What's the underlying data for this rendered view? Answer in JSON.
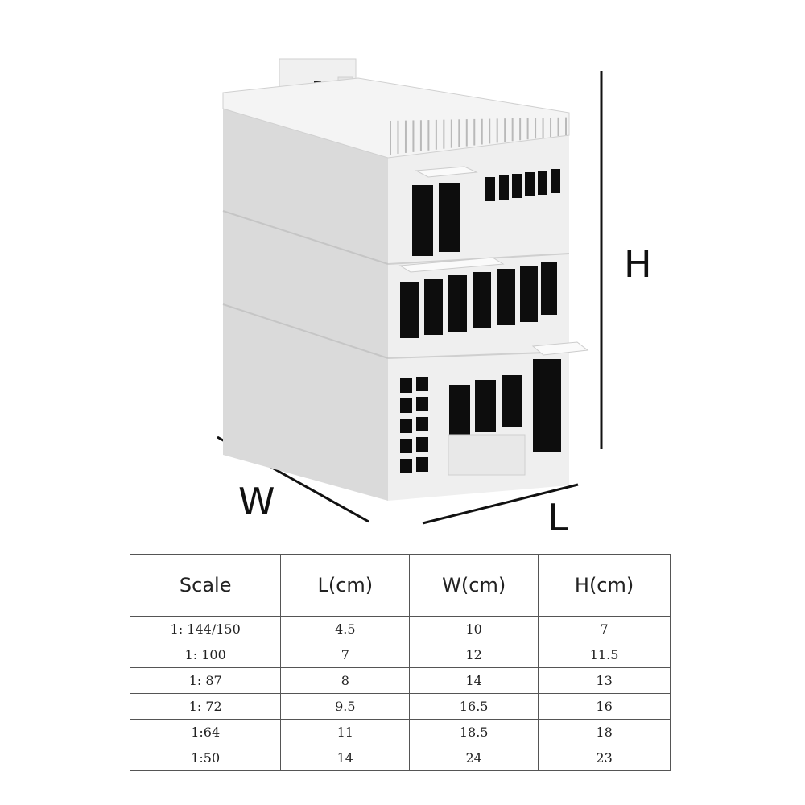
{
  "dimension_labels": {
    "h": "H",
    "w": "W",
    "l": "L"
  },
  "table": {
    "headers": [
      "Scale",
      "L(cm)",
      "W(cm)",
      "H(cm)"
    ],
    "rows": [
      [
        "1: 144/150",
        "4.5",
        "10",
        "7"
      ],
      [
        "1: 100",
        "7",
        "12",
        "11.5"
      ],
      [
        "1: 87",
        "8",
        "14",
        "13"
      ],
      [
        "1: 72",
        "9.5",
        "16.5",
        "16"
      ],
      [
        "1:64",
        "11",
        "18.5",
        "18"
      ],
      [
        "1:50",
        "14",
        "24",
        "23"
      ]
    ]
  },
  "colors": {
    "wall_light": "#eeeeee",
    "wall_shade": "#d9d9d9",
    "window": "#0d0d0d",
    "line": "#111111"
  }
}
